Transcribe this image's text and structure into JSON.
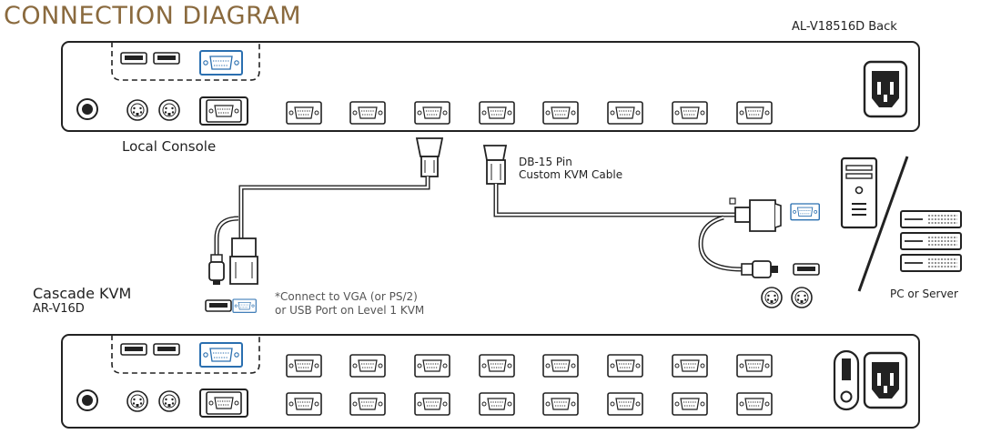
{
  "title": "CONNECTION DIAGRAM",
  "back_label": "AL-V18516D Back",
  "local_console_label": "Local Console",
  "cable_label": {
    "line1": "DB-15 Pin",
    "line2": "Custom KVM Cable"
  },
  "pc_label": "PC or Server",
  "cascade_label": {
    "line1": "Cascade KVM",
    "line2": "AR-V16D"
  },
  "note": {
    "line1": "*Connect to VGA (or PS/2)",
    "line2": "or USB Port on Level 1 KVM"
  },
  "colors": {
    "title": "#8a6a3e",
    "stroke": "#222222",
    "accent_blue": "#2a6fb0"
  },
  "icons": [
    "power-inlet-icon",
    "vga-port-icon",
    "usb-port-icon",
    "ps2-port-icon",
    "db15-connector-icon",
    "pc-tower-icon",
    "server-rack-icon",
    "rocker-switch-icon"
  ]
}
